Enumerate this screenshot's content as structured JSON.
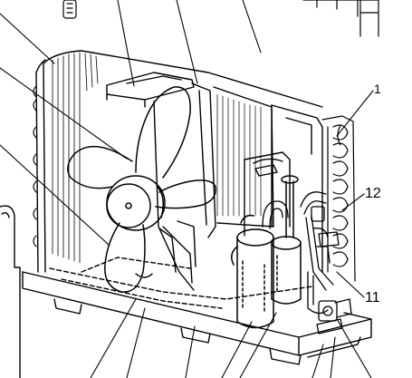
{
  "diagram": {
    "callouts": [
      {
        "id": "label-1",
        "text": "1"
      },
      {
        "id": "label-12",
        "text": "12"
      },
      {
        "id": "label-11",
        "text": "11"
      }
    ],
    "parts": [
      "fan-blade",
      "fan-hub",
      "condenser-coil",
      "compressor",
      "accumulator",
      "valves",
      "base-pan",
      "partition-panel",
      "motor-bracket",
      "pipework"
    ],
    "colors": {
      "line": "#000000",
      "background": "#ffffff"
    }
  }
}
